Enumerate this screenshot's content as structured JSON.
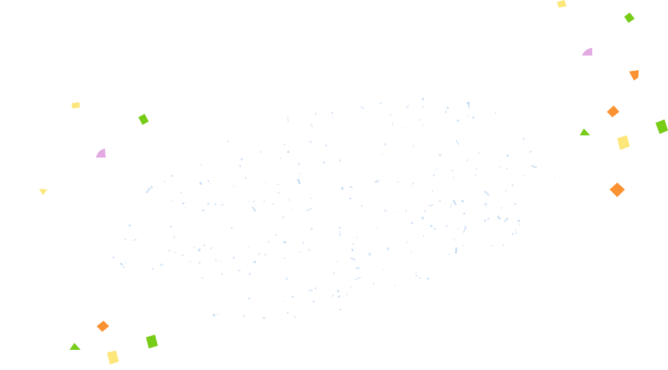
{
  "colors": {
    "background": "#ffffff",
    "yellow": "#fde67a",
    "green": "#76cc17",
    "orange": "#fb9231",
    "pink": "#e3aae3",
    "speckle_blue": "#c3d9f1"
  },
  "confetti": [
    {
      "name": "confetti-top-right-yellow",
      "color": "yellow",
      "shape": "quad"
    },
    {
      "name": "confetti-top-right-green",
      "color": "green",
      "shape": "quad"
    },
    {
      "name": "confetti-right-pink",
      "color": "pink",
      "shape": "triangle"
    },
    {
      "name": "confetti-right-orange-1",
      "color": "orange",
      "shape": "quad"
    },
    {
      "name": "confetti-right-orange-2",
      "color": "orange",
      "shape": "quad"
    },
    {
      "name": "confetti-right-green-1",
      "color": "green",
      "shape": "triangle"
    },
    {
      "name": "confetti-right-green-2",
      "color": "green",
      "shape": "quad"
    },
    {
      "name": "confetti-right-yellow",
      "color": "yellow",
      "shape": "quad"
    },
    {
      "name": "confetti-right-orange-3",
      "color": "orange",
      "shape": "quad"
    },
    {
      "name": "confetti-left-yellow-1",
      "color": "yellow",
      "shape": "quad"
    },
    {
      "name": "confetti-left-green",
      "color": "green",
      "shape": "quad"
    },
    {
      "name": "confetti-left-pink",
      "color": "pink",
      "shape": "triangle"
    },
    {
      "name": "confetti-left-yellow-2",
      "color": "yellow",
      "shape": "triangle"
    },
    {
      "name": "confetti-bottom-left-orange",
      "color": "orange",
      "shape": "quad"
    },
    {
      "name": "confetti-bottom-left-green-1",
      "color": "green",
      "shape": "triangle"
    },
    {
      "name": "confetti-bottom-left-green-2",
      "color": "green",
      "shape": "quad"
    },
    {
      "name": "confetti-bottom-left-yellow",
      "color": "yellow",
      "shape": "quad"
    }
  ]
}
